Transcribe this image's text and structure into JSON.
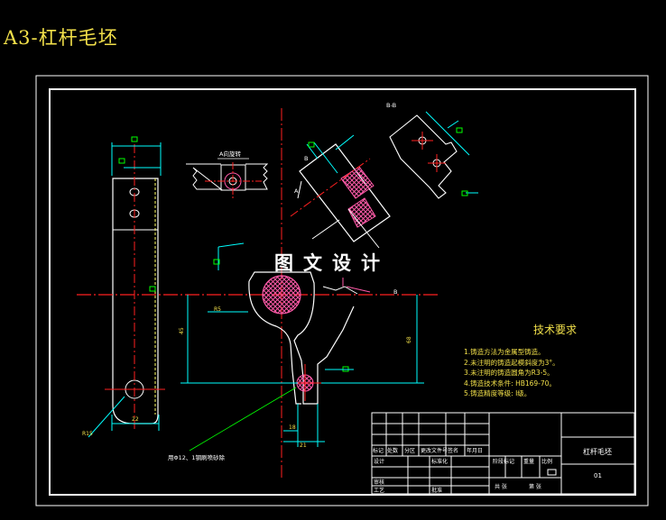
{
  "page_title": "A3-杠杆毛坯",
  "watermark": "图文设计",
  "views": {
    "section_label": "B-B",
    "aux_view_label": "A向旋转",
    "view_letter_a": "A",
    "view_letter_b1": "B",
    "view_letter_b2": "B"
  },
  "dimensions": {
    "d_r15": "R15",
    "d_22": "22",
    "d_45": "45",
    "d_68": "68",
    "d_18": "18",
    "d_21": "21",
    "d_r5": "R5"
  },
  "leader_note": "用Φ12、1钢刷喷砂除",
  "tech_requirements": {
    "title": "技术要求",
    "items": [
      "1.铸造方法为金属型铸造。",
      "2.未注明的铸造起模斜度为3°。",
      "3.未注明的铸造圆角为R3-5。",
      "4.铸造技术条件: HB169-70。",
      "5.铸造精度等级: Ⅰ级。"
    ]
  },
  "title_block": {
    "part_name": "杠杆毛坯",
    "drawing_no": "01",
    "labels": {
      "mark": "标记",
      "count": "处数",
      "zone": "分区",
      "change_doc": "更改文件号",
      "signature": "签名",
      "date": "年月日",
      "design": "设计",
      "standardize": "标准化",
      "stage_mark": "阶段标记",
      "weight": "重量",
      "scale": "比例",
      "review": "审核",
      "process": "工艺",
      "approve": "批准",
      "sheets_total": "共 张",
      "sheet_no": "第 张"
    }
  },
  "colors": {
    "outline": "#ffffff",
    "centerline": "#ff2020",
    "dimension": "#00ffff",
    "hidden": "#ffff66",
    "hatch": "#ff5aa8",
    "text": "#f2e04a",
    "leader": "#00ff00"
  }
}
